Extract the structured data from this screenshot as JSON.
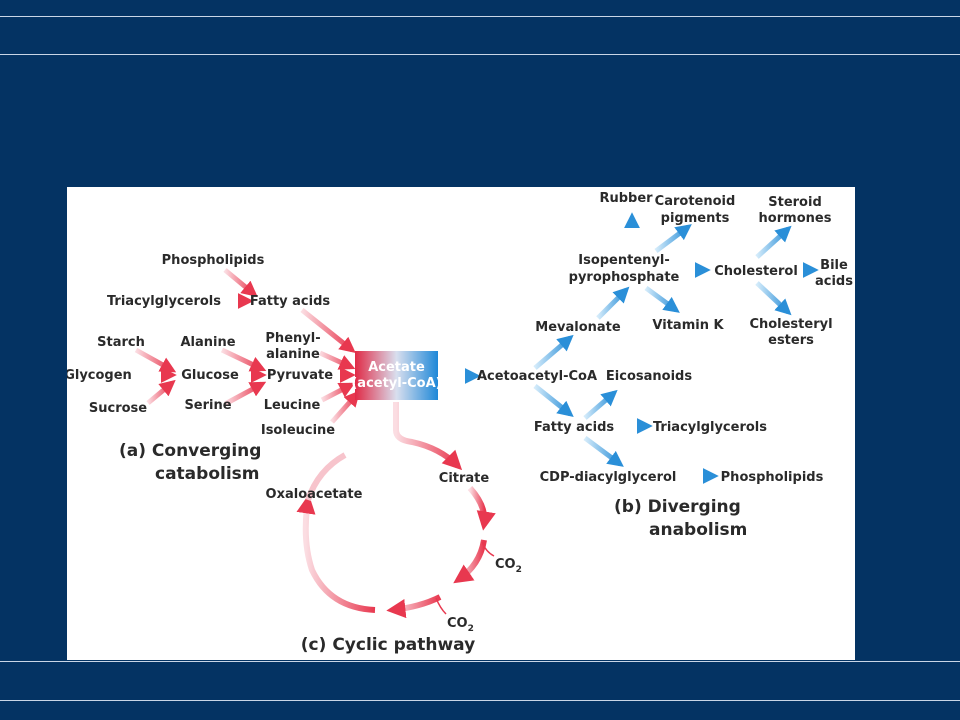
{
  "diagram": {
    "center": {
      "line1": "Acetate",
      "line2": "(acetyl-CoA)"
    },
    "converging": {
      "caption_line1": "(a) Converging",
      "caption_line2": "catabolism",
      "phospholipids": "Phospholipids",
      "triacylglycerols": "Triacylglycerols",
      "fatty_acids": "Fatty acids",
      "starch": "Starch",
      "glycogen": "Glycogen",
      "sucrose": "Sucrose",
      "alanine": "Alanine",
      "glucose": "Glucose",
      "serine": "Serine",
      "phenylalanine_1": "Phenyl-",
      "phenylalanine_2": "alanine",
      "pyruvate": "Pyruvate",
      "leucine": "Leucine",
      "isoleucine": "Isoleucine"
    },
    "diverging": {
      "caption_line1": "(b) Diverging",
      "caption_line2": "anabolism",
      "acetoacetyl_coa": "Acetoacetyl-CoA",
      "mevalonate": "Mevalonate",
      "ipp_1": "Isopentenyl-",
      "ipp_2": "pyrophosphate",
      "rubber": "Rubber",
      "carotenoid_1": "Carotenoid",
      "carotenoid_2": "pigments",
      "vitamin_k": "Vitamin K",
      "cholesterol": "Cholesterol",
      "steroid_1": "Steroid",
      "steroid_2": "hormones",
      "bile_1": "Bile",
      "bile_2": "acids",
      "cholesteryl_1": "Cholesteryl",
      "cholesteryl_2": "esters",
      "fatty_acids": "Fatty acids",
      "eicosanoids": "Eicosanoids",
      "triacylglycerols": "Triacylglycerols",
      "cdp_diacylglycerol": "CDP-diacylglycerol",
      "phospholipids": "Phospholipids"
    },
    "cyclic": {
      "caption": "(c) Cyclic pathway",
      "citrate": "Citrate",
      "oxaloacetate": "Oxaloacetate",
      "co2_main": "CO",
      "co2_sub": "2"
    }
  },
  "colors": {
    "background": "#043363",
    "catabolic_arrow": "#e8384f",
    "anabolic_arrow": "#2a8fd8"
  }
}
